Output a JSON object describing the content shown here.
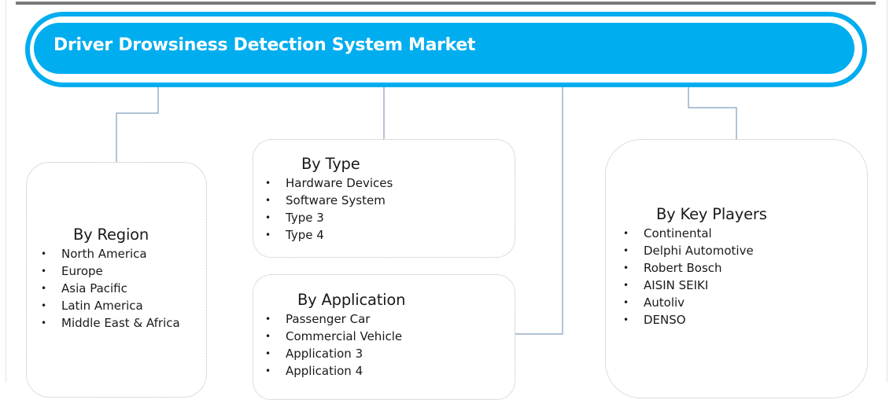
{
  "title": "Driver Drowsiness Detection System Market",
  "colors": {
    "accent": "#00adef",
    "connector": "#7f9dbd"
  },
  "segments": {
    "region": {
      "title": "By Region",
      "items": [
        "North America",
        "Europe",
        "Asia Pacific",
        "Latin America",
        "Middle East & Africa"
      ]
    },
    "type": {
      "title": "By Type",
      "items": [
        "Hardware Devices",
        "Software System",
        "Type 3",
        "Type 4"
      ]
    },
    "application": {
      "title": "By Application",
      "items": [
        "Passenger Car",
        "Commercial Vehicle",
        "Application 3",
        "Application 4"
      ]
    },
    "key_players": {
      "title": "By Key Players",
      "items": [
        "Continental",
        "Delphi Automotive",
        "Robert Bosch",
        "AISIN SEIKI",
        "Autoliv",
        "DENSO"
      ]
    }
  }
}
